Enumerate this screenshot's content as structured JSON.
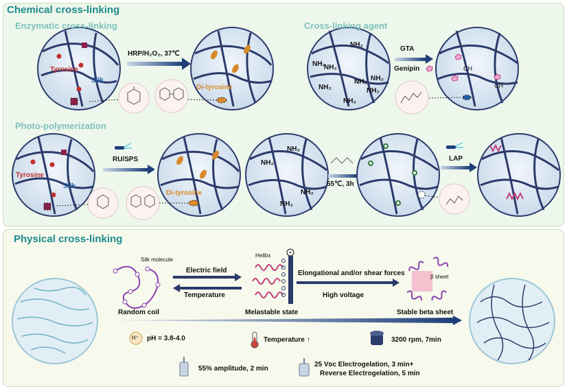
{
  "chemical": {
    "title": "Chemical cross-linking",
    "enzymatic": {
      "title": "Enzymatic cross-linking",
      "condition": "HRP/H₂O₂, 37℃",
      "tyrosine": "Tyrosine",
      "silk": "Silk",
      "di_tyrosine": "Di-tyrosine"
    },
    "agent": {
      "title": "Cross-linking agent",
      "gta": "GTA",
      "genipin": "Genipin",
      "nh2": "NH₂",
      "ch": "CH"
    },
    "photo": {
      "title": "Photo-polymerization",
      "ru_sps": "RU/SPS",
      "tyrosine": "Tyrosine",
      "silk": "Silk",
      "di_tyrosine": "Di-tyrosine",
      "condition": "55℃, 3h",
      "lap": "LAP"
    }
  },
  "physical": {
    "title": "Physical cross-linking",
    "silk_molecule": "Silk molecule",
    "helix": "Helibx",
    "electric_field": "Electric field",
    "temperature_rev": "Temperature",
    "random_coil": "Random coil",
    "metastable": "Melastable state",
    "forces": "Elongational and/or shear forces",
    "high_voltage": "High voltage",
    "beta_sheet_label": "β sheet",
    "stable_beta": "Stable beta sheet",
    "ph_badge": "H⁺",
    "ph": "pH = 3.8-4.0",
    "temperature_up": "Temperature ↑",
    "rpm": "3200 rpm, 7min",
    "amplitude": "55% amplitude,  2 min",
    "electro1": "25 Vᴅᴄ Electrogelation, 3 min+",
    "electro2": "Reverse Electrogelation, 5 min"
  },
  "colors": {
    "accent_title": "#1d8a8c",
    "subtitle": "#7fc1bf",
    "fiber": "#2b3a6b",
    "circle_fill": "#dbe7f3",
    "tyrosine_red": "#c03030",
    "silk_blue": "#1f5fa6",
    "di_tyrosine_orange": "#d88a2a",
    "coil_purple": "#8a3fb0",
    "helix_pink": "#c0407a"
  }
}
